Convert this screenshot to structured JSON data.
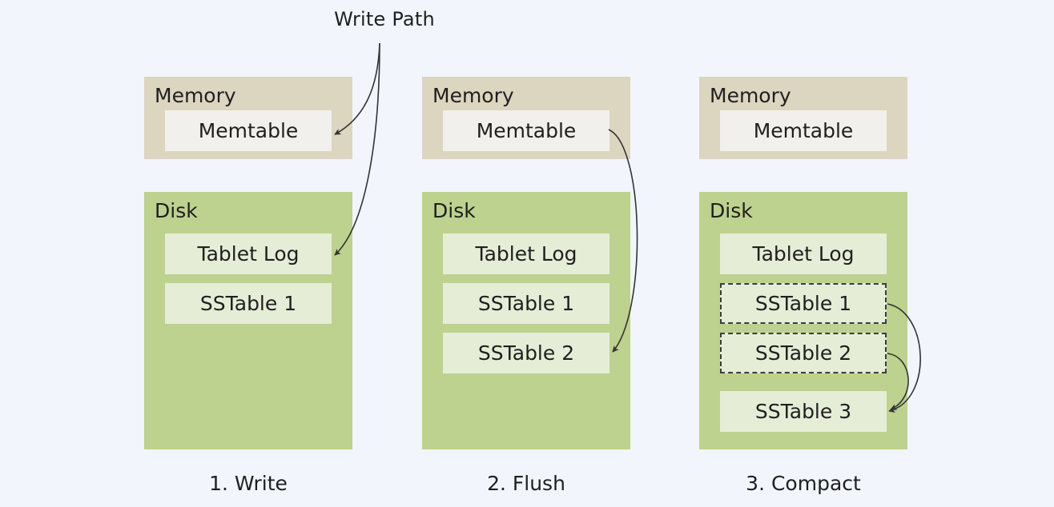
{
  "write_path_label": "Write Path",
  "stages": [
    {
      "memory": {
        "title": "Memory",
        "memtable": "Memtable"
      },
      "disk": {
        "title": "Disk",
        "items": [
          {
            "label": "Tablet Log",
            "dashed": false
          },
          {
            "label": "SSTable 1",
            "dashed": false
          }
        ]
      },
      "caption": "1. Write"
    },
    {
      "memory": {
        "title": "Memory",
        "memtable": "Memtable"
      },
      "disk": {
        "title": "Disk",
        "items": [
          {
            "label": "Tablet Log",
            "dashed": false
          },
          {
            "label": "SSTable 1",
            "dashed": false
          },
          {
            "label": "SSTable 2",
            "dashed": false
          }
        ]
      },
      "caption": "2. Flush"
    },
    {
      "memory": {
        "title": "Memory",
        "memtable": "Memtable"
      },
      "disk": {
        "title": "Disk",
        "items": [
          {
            "label": "Tablet Log",
            "dashed": false
          },
          {
            "label": "SSTable 1",
            "dashed": true
          },
          {
            "label": "SSTable 2",
            "dashed": true
          },
          {
            "label": "SSTable 3",
            "dashed": false
          }
        ]
      },
      "caption": "3. Compact"
    }
  ]
}
